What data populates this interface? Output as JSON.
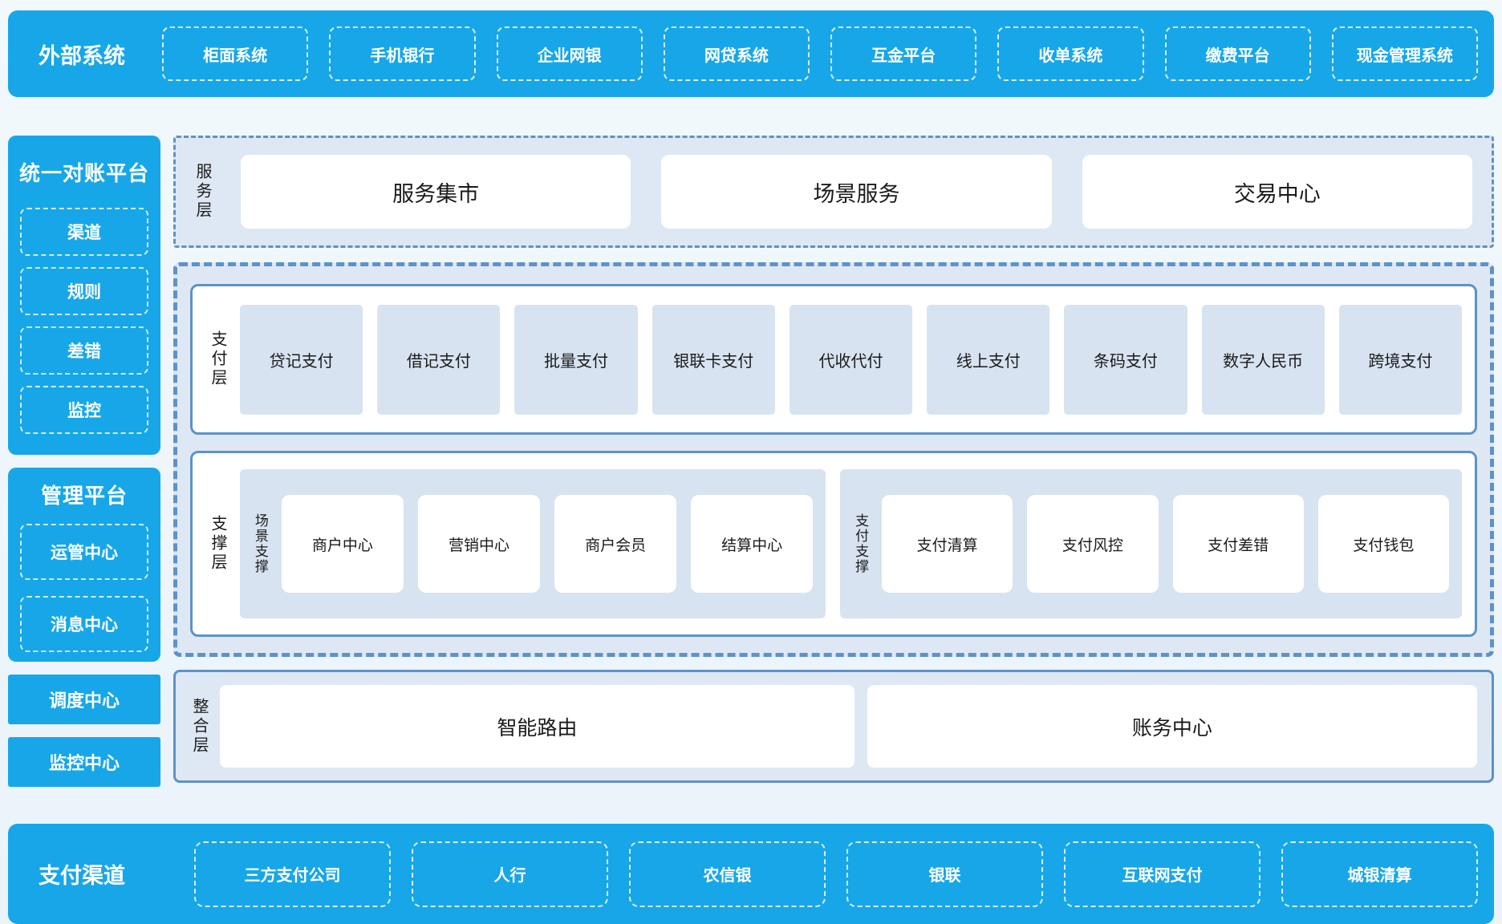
{
  "colors": {
    "primary_blue": "#17A7E8",
    "panel_light": "#DEE8F4",
    "item_light": "#D8E3F1",
    "border_blue": "#5E92C8",
    "page_bg": "#EBF4FB",
    "text_dark": "#1A1A1A",
    "text_white": "#FFFFFF"
  },
  "top_bar": {
    "label": "外部系统",
    "items": [
      "柜面系统",
      "手机银行",
      "企业网银",
      "网贷系统",
      "互金平台",
      "收单系统",
      "缴费平台",
      "现金管理系统"
    ]
  },
  "left_panel": {
    "reconciliation": {
      "title": "统一对账平台",
      "items": [
        "渠道",
        "规则",
        "差错",
        "监控"
      ]
    },
    "management": {
      "title": "管理平台",
      "items": [
        "运管中心",
        "消息中心"
      ]
    },
    "standalone": [
      "调度中心",
      "监控中心"
    ]
  },
  "service_layer": {
    "label": "服务层",
    "items": [
      "服务集市",
      "场景服务",
      "交易中心"
    ]
  },
  "payment_layer": {
    "label": "支付层",
    "items": [
      "贷记支付",
      "借记支付",
      "批量支付",
      "银联卡支付",
      "代收代付",
      "线上支付",
      "条码支付",
      "数字人民币",
      "跨境支付"
    ]
  },
  "support_layer": {
    "label": "支撑层",
    "groups": [
      {
        "label": "场景支撑",
        "items": [
          "商户中心",
          "营销中心",
          "商户会员",
          "结算中心"
        ]
      },
      {
        "label": "支付支撑",
        "items": [
          "支付清算",
          "支付风控",
          "支付差错",
          "支付钱包"
        ]
      }
    ]
  },
  "integration_layer": {
    "label": "整合层",
    "items": [
      "智能路由",
      "账务中心"
    ]
  },
  "bottom_bar": {
    "label": "支付渠道",
    "items": [
      "三方支付公司",
      "人行",
      "农信银",
      "银联",
      "互联网支付",
      "城银清算"
    ]
  }
}
